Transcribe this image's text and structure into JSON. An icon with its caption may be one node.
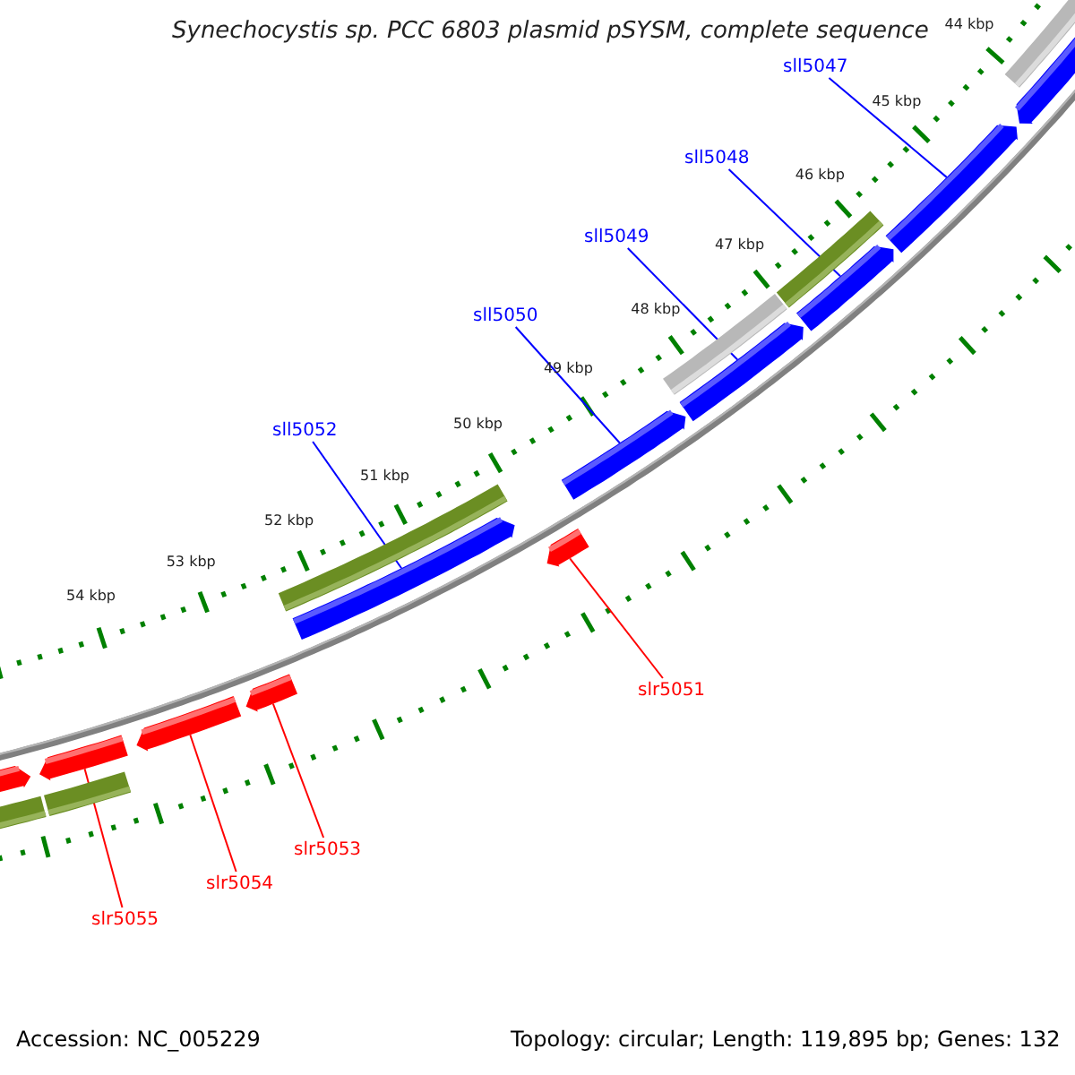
{
  "diagram": {
    "title": "Synechocystis sp. PCC 6803 plasmid pSYSM, complete sequence",
    "nodes": [
      {
        "text": [
          "sll5047"
        ]
      },
      {
        "text": [
          "sll5048"
        ]
      },
      {
        "text": [
          "sll5049"
        ]
      },
      {
        "text": [
          "sll5050"
        ]
      },
      {
        "text": [
          "sll5052"
        ]
      },
      {
        "text": [
          "slr5051"
        ]
      },
      {
        "text": [
          "slr5053"
        ]
      },
      {
        "text": [
          "slr5054"
        ]
      },
      {
        "text": [
          "slr5055"
        ]
      },
      {
        "text": [],
        "shape": "bar"
      },
      {
        "text": [],
        "shape": "bar"
      },
      {
        "text": [],
        "shape": "bar"
      },
      {
        "text": [],
        "shape": "bar"
      },
      {
        "text": [],
        "shape": "bar"
      },
      {
        "text": [],
        "shape": "bar"
      },
      {
        "text": [],
        "shape": "bar"
      },
      {
        "text": [],
        "shape": "bar"
      },
      {
        "text": [],
        "shape": "bar"
      }
    ],
    "edges": [
      {
        "from": 0,
        "to": 9,
        "arrow": "none"
      },
      {
        "from": 1,
        "to": 10,
        "arrow": "none"
      },
      {
        "from": 2,
        "to": 11,
        "arrow": "none"
      },
      {
        "from": 3,
        "to": 12,
        "arrow": "none"
      },
      {
        "from": 4,
        "to": 13,
        "arrow": "none"
      },
      {
        "from": 5,
        "to": 14,
        "arrow": "none",
        "color": "#ff0000"
      },
      {
        "from": 6,
        "to": 15,
        "arrow": "none",
        "color": "#ff0000"
      },
      {
        "from": 7,
        "to": 16,
        "arrow": "none",
        "color": "#ff0000"
      },
      {
        "from": 8,
        "to": 17,
        "arrow": "none",
        "color": "#ff0000"
      }
    ],
    "labels": [
      "44 kbp",
      "45 kbp",
      "46 kbp",
      "47 kbp",
      "48 kbp",
      "49 kbp",
      "50 kbp",
      "51 kbp",
      "52 kbp",
      "53 kbp",
      "54 kbp",
      "Accession: NC_005229",
      "Topology: circular; Length: 119,895 bp; Genes: 132"
    ]
  }
}
